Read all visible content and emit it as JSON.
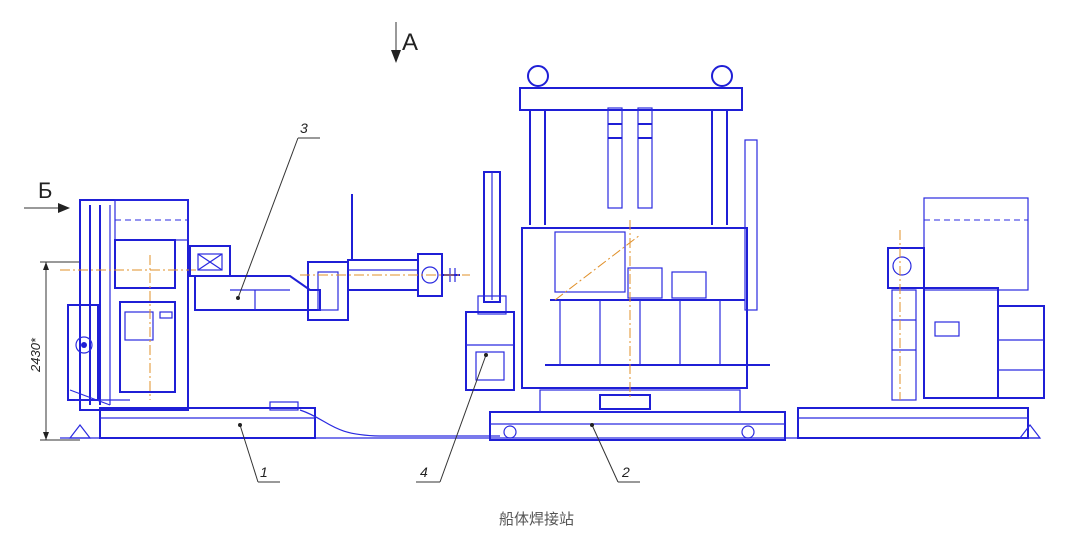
{
  "labels": {
    "view_a": "А",
    "view_b": "Б",
    "dimension": "2430*",
    "part_1": "1",
    "part_2": "2",
    "part_3": "3",
    "part_4": "4"
  },
  "caption": "船体焊接站",
  "colors": {
    "line": "#1f1fd6",
    "axis": "#e0902a",
    "text": "#222222"
  }
}
